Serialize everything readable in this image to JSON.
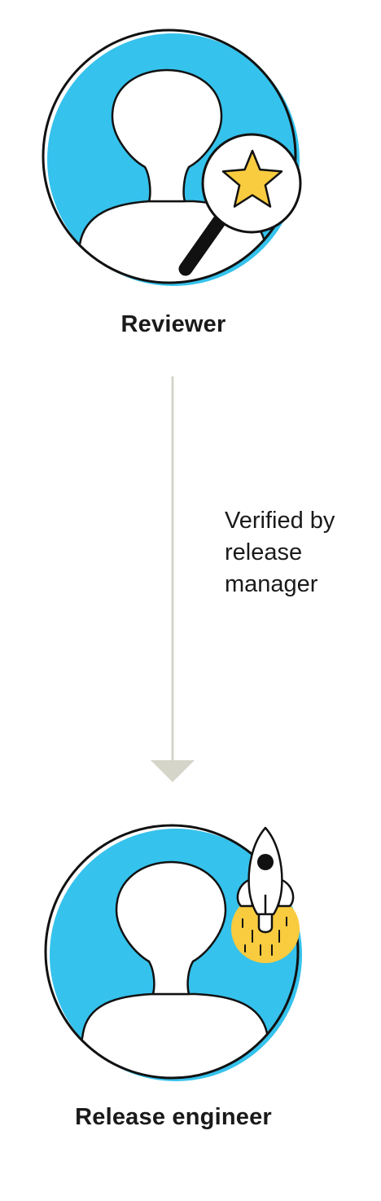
{
  "nodes": [
    {
      "id": "reviewer",
      "label": "Reviewer",
      "badge": "magnifier-star-icon"
    },
    {
      "id": "release_engineer",
      "label": "Release engineer",
      "badge": "rocket-icon"
    }
  ],
  "edge": {
    "from": "reviewer",
    "to": "release_engineer",
    "label_lines": [
      "Verified by",
      "release",
      "manager"
    ]
  },
  "colors": {
    "avatar_fill": "#35C2EC",
    "accent_yellow": "#F9CB3F",
    "connector": "#D6D5CA",
    "outline": "#111111"
  }
}
